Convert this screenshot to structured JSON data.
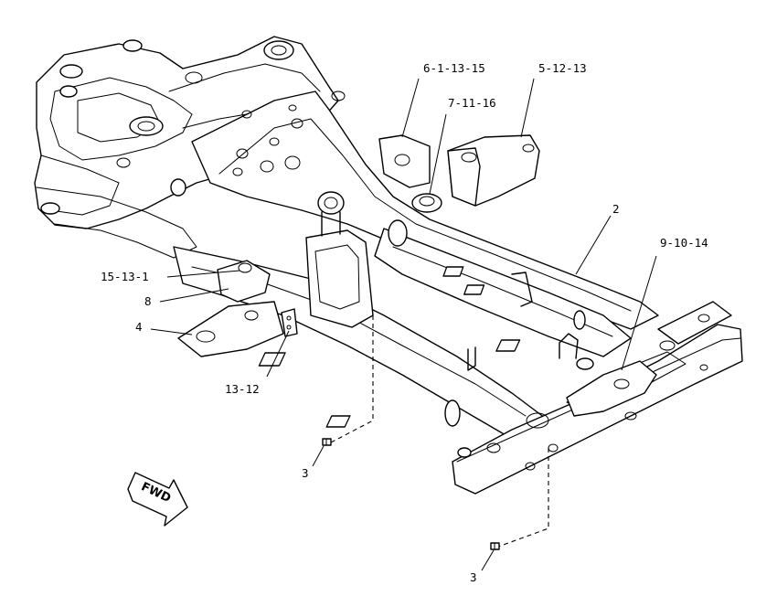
{
  "callouts": [
    {
      "id": "c1",
      "text": "6-1-13-15"
    },
    {
      "id": "c2",
      "text": "5-12-13"
    },
    {
      "id": "c3",
      "text": "7-11-16"
    },
    {
      "id": "c4",
      "text": "2"
    },
    {
      "id": "c5",
      "text": "9-10-14"
    },
    {
      "id": "c6",
      "text": "15-13-1"
    },
    {
      "id": "c7",
      "text": "8"
    },
    {
      "id": "c8",
      "text": "4"
    },
    {
      "id": "c9",
      "text": "13-12"
    },
    {
      "id": "c10",
      "text": "3"
    },
    {
      "id": "c11",
      "text": "3"
    }
  ],
  "direction_marker": {
    "text": "FWD"
  }
}
